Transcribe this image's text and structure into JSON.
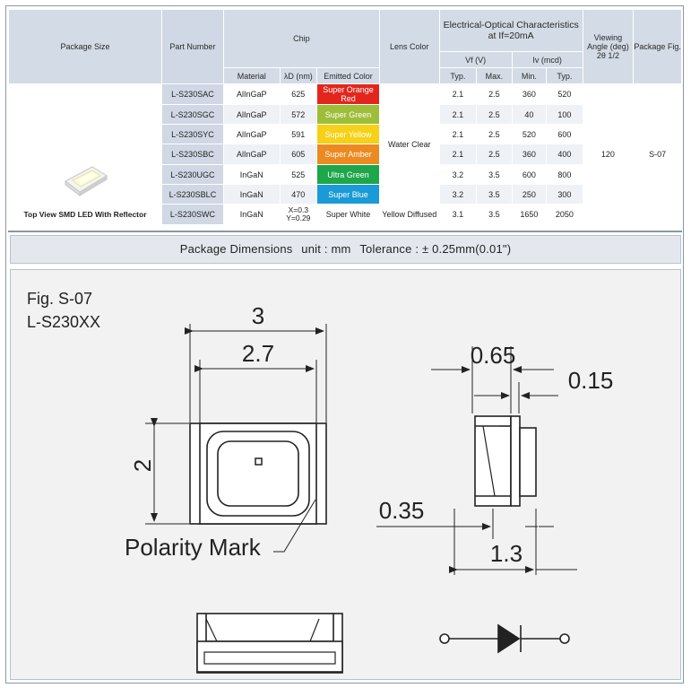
{
  "header": {
    "package_size": "Package Size",
    "part_number": "Part Number",
    "chip": "Chip",
    "material": "Material",
    "lambda_d": "λD (nm)",
    "emitted_color": "Emitted Color",
    "lens_color": "Lens Color",
    "electrical_optical": "Electrical-Optical Characteristics at If=20mA",
    "vf": "Vf (V)",
    "iv": "Iv (mcd)",
    "typ": "Typ.",
    "max": "Max.",
    "min": "Min.",
    "viewing_angle": "Viewing Angle (deg) 2θ 1/2",
    "package_fig": "Package Fig."
  },
  "package_label": "Top View SMD LED With Reflector",
  "lens_water": "Water Clear",
  "lens_yellow": "Yellow Diffused",
  "viewing_angle_value": "120",
  "package_fig_value": "S-07",
  "rows": [
    {
      "part": "L-S230SAC",
      "material": "AlInGaP",
      "wavelength": "625",
      "emitted": "Super Orange Red",
      "emit_color": "#e2261e",
      "vf_typ": "2.1",
      "vf_max": "2.5",
      "iv_min": "360",
      "iv_typ": "520"
    },
    {
      "part": "L-S230SGC",
      "material": "AlInGaP",
      "wavelength": "572",
      "emitted": "Super Green",
      "emit_color": "#9ebe3a",
      "vf_typ": "2.1",
      "vf_max": "2.5",
      "iv_min": "40",
      "iv_typ": "100"
    },
    {
      "part": "L-S230SYC",
      "material": "AlInGaP",
      "wavelength": "591",
      "emitted": "Super Yellow",
      "emit_color": "#f6d117",
      "vf_typ": "2.1",
      "vf_max": "2.5",
      "iv_min": "520",
      "iv_typ": "600"
    },
    {
      "part": "L-S230SBC",
      "material": "AlInGaP",
      "wavelength": "605",
      "emitted": "Super Amber",
      "emit_color": "#ec8a22",
      "vf_typ": "2.1",
      "vf_max": "2.5",
      "iv_min": "360",
      "iv_typ": "400"
    },
    {
      "part": "L-S230UGC",
      "material": "InGaN",
      "wavelength": "525",
      "emitted": "Ultra Green",
      "emit_color": "#1ea64b",
      "vf_typ": "3.2",
      "vf_max": "3.5",
      "iv_min": "600",
      "iv_typ": "800"
    },
    {
      "part": "L-S230SBLC",
      "material": "InGaN",
      "wavelength": "470",
      "emitted": "Super Blue",
      "emit_color": "#1a9ad6",
      "vf_typ": "3.2",
      "vf_max": "3.5",
      "iv_min": "250",
      "iv_typ": "300"
    },
    {
      "part": "L-S230SWC",
      "material": "InGaN",
      "wavelength_x": "X=0.3",
      "wavelength_y": "Y=0.29",
      "emitted": "Super White",
      "emit_color": "",
      "vf_typ": "3.1",
      "vf_max": "3.5",
      "iv_min": "1650",
      "iv_typ": "2050"
    }
  ],
  "dimensions_bar": {
    "title": "Package Dimensions",
    "unit": "unit : mm",
    "tolerance": "Tolerance : ± 0.25mm(0.01\")"
  },
  "figure": {
    "fig_id": "Fig. S-07",
    "part_series": "L-S230XX",
    "dim_3": "3",
    "dim_2_7": "2.7",
    "dim_2": "2",
    "dim_0_65": "0.65",
    "dim_0_15": "0.15",
    "dim_0_35": "0.35",
    "dim_1_3": "1.3",
    "polarity_mark": "Polarity Mark"
  }
}
